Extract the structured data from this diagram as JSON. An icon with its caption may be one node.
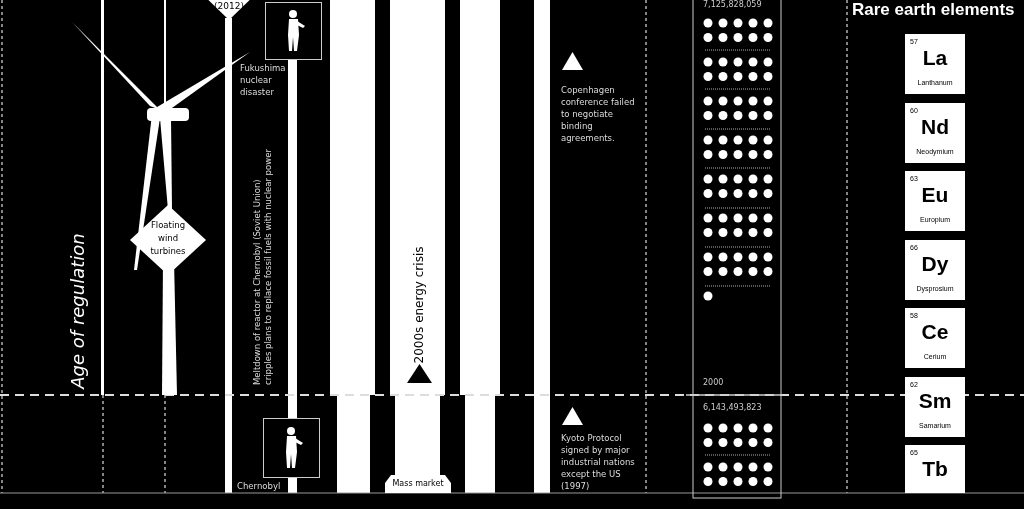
{
  "diagram": {
    "title": "Rare earth elements",
    "nodes": [
      {
        "text": [
          "(2012)"
        ]
      },
      {
        "text": [],
        "shape": "picture",
        "beside": [
          "Fukushima nuclear disaster"
        ]
      },
      {
        "text": [
          "Floating wind turbines"
        ]
      },
      {
        "text": [],
        "shape": "picture",
        "beside": [
          "Chernobyl"
        ]
      },
      {
        "text": [
          "Mass market"
        ]
      },
      {
        "text": [
          "57",
          "La",
          "Lanthanum"
        ]
      },
      {
        "text": [
          "60",
          "Nd",
          "Neodymium"
        ]
      },
      {
        "text": [
          "63",
          "Eu",
          "Europium"
        ]
      },
      {
        "text": [
          "66",
          "Dy",
          "Dysprosium"
        ]
      },
      {
        "text": [
          "58",
          "Ce",
          "Cerium"
        ]
      },
      {
        "text": [
          "62",
          "Sm",
          "Samarium"
        ]
      },
      {
        "text": [
          "65",
          "Tb"
        ]
      }
    ],
    "labels": [
      "Age of regulation",
      "Meltdown of reactor at Chernobyl (Soviet Union) cripples plans to replace fossil fuels with nuclear power",
      "2000s energy crisis",
      "Copenhagen conference failed to negotiate binding agreements.",
      "7,125,828,059",
      "2000",
      "6,143,493,823",
      "Kyoto Protocol signed by major industrial nations except the US (1997)"
    ]
  }
}
